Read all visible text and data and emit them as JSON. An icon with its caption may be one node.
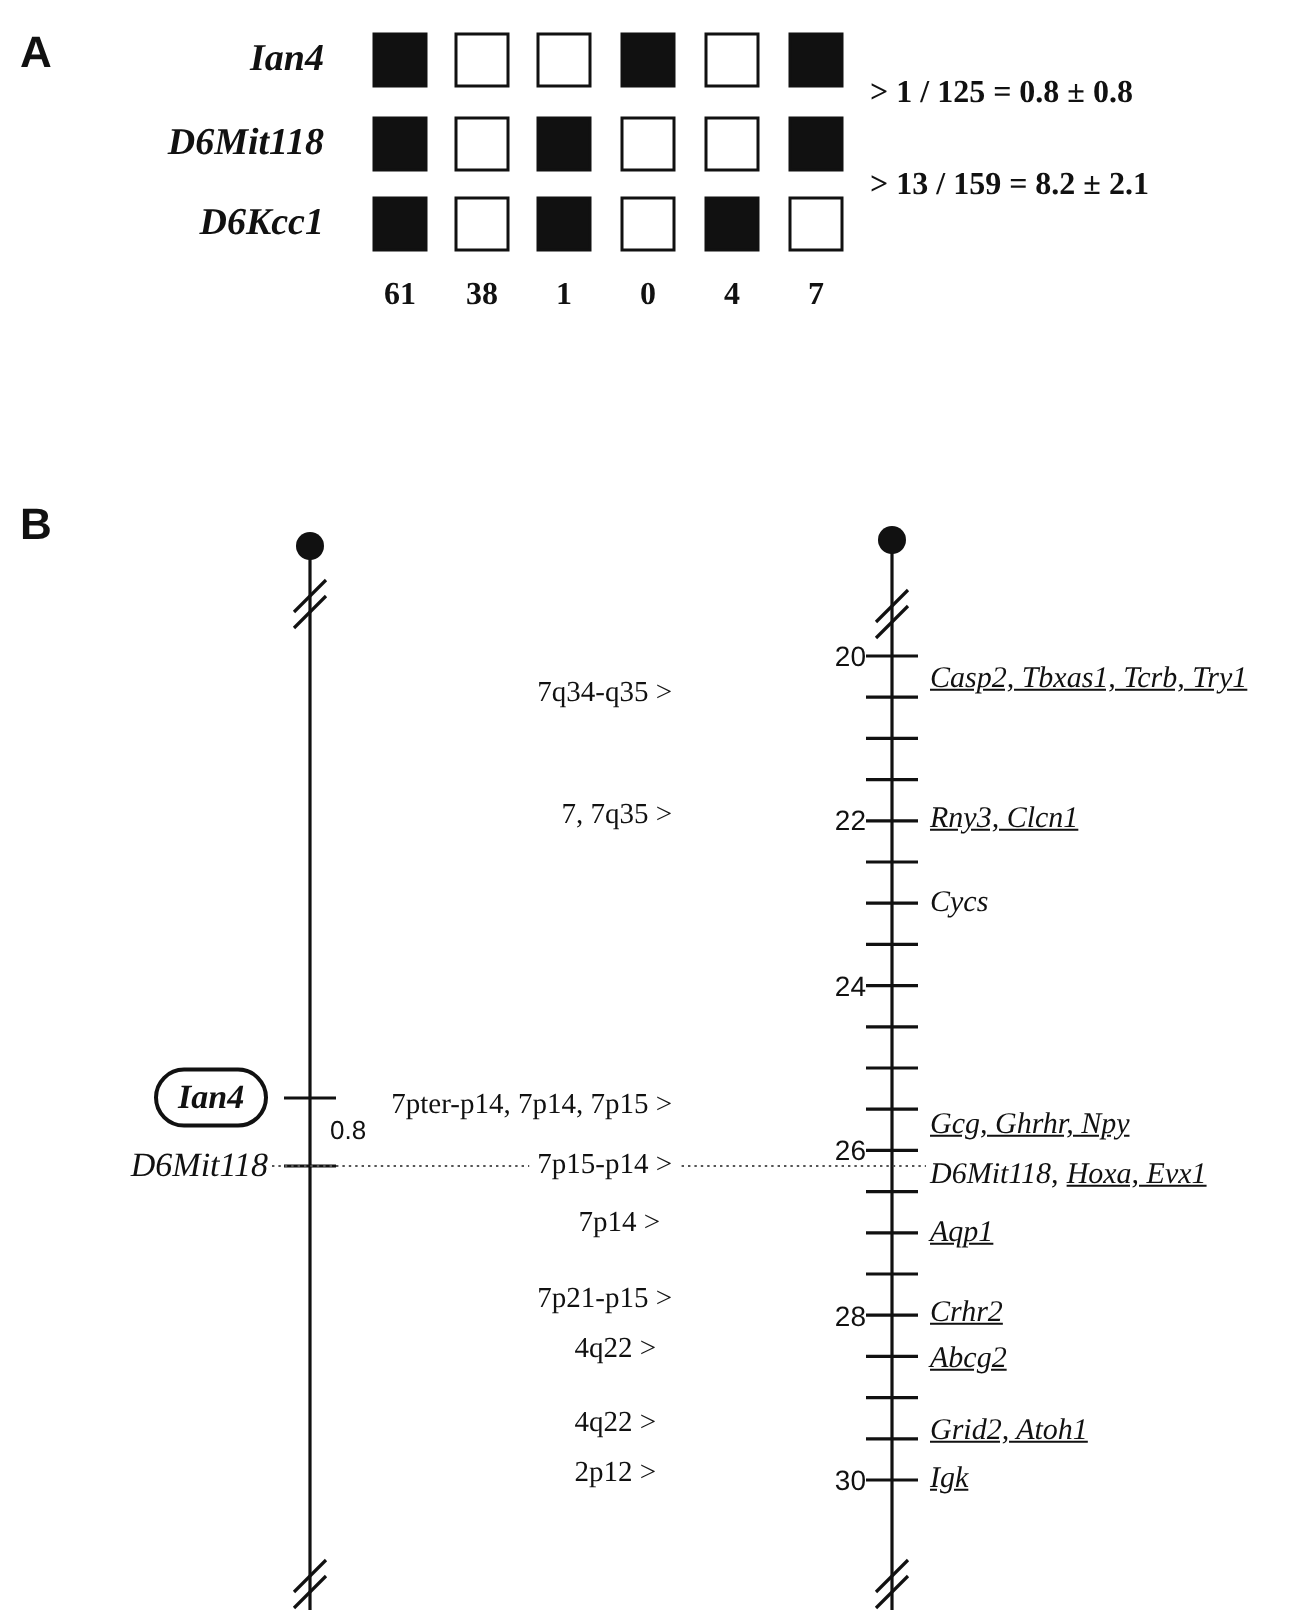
{
  "diagram": {
    "nodes": [
      {
        "text": [
          "Ian4"
        ]
      },
      {
        "text": [
          "D6Mit118"
        ]
      },
      {
        "text": [
          "D6Mit118,",
          "Hoxa, Evx1"
        ]
      }
    ],
    "edges": [
      {
        "from": 1,
        "to": 2,
        "arrow": "none",
        "label": "7p15-p14 >",
        "style": "dashed"
      }
    ],
    "labels": [
      "A",
      "Ian4",
      "D6Mit118",
      "D6Kcc1",
      "61",
      "38",
      "1",
      "0",
      "4",
      "7",
      "> 1 / 125 = 0.8 ± 0.8",
      "> 13 / 159 = 8.2 ± 2.1",
      "B",
      "7q34-q35 >",
      "7, 7q35 >",
      "7pter-p14, 7p14, 7p15 >",
      "7p14 >",
      "7p21-p15 >",
      "4q22 >",
      "4q22 >",
      "2p12 >",
      "0.8",
      "20",
      "22",
      "24",
      "26",
      "28",
      "30",
      "Casp2, Tbxas1, Tcrb, Try1",
      "Rny3, Clcn1",
      "Cycs",
      "Gcg, Ghrhr, Npy",
      "Aqp1",
      "Crhr2",
      "Abcg2",
      "Grid2, Atoh1",
      "Igk"
    ]
  }
}
